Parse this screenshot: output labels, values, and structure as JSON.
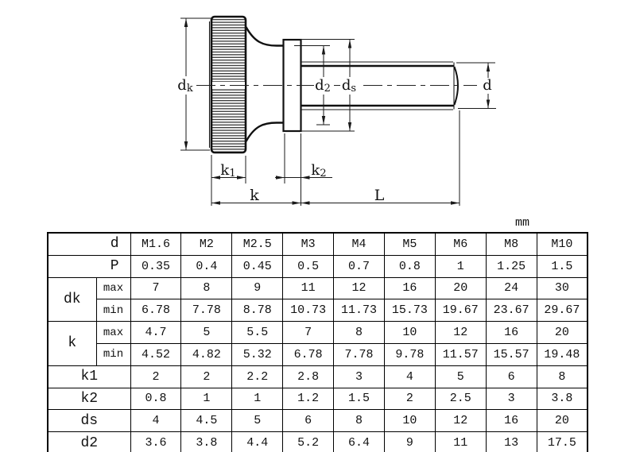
{
  "drawing": {
    "labels": {
      "dk": {
        "base": "d",
        "sub": "k"
      },
      "d2": {
        "base": "d",
        "sub": "2"
      },
      "ds": {
        "base": "d",
        "sub": "s"
      },
      "d": {
        "base": "d"
      },
      "k1": {
        "base": "k",
        "sub": "1"
      },
      "k2": {
        "base": "k",
        "sub": "2"
      },
      "k": {
        "base": "k"
      },
      "L": {
        "base": "L"
      }
    }
  },
  "table": {
    "unit_label": "mm",
    "rows": [
      {
        "label": "d",
        "values": [
          "M1.6",
          "M2",
          "M2.5",
          "M3",
          "M4",
          "M5",
          "M6",
          "M8",
          "M10"
        ]
      },
      {
        "label": "P",
        "values": [
          "0.35",
          "0.4",
          "0.45",
          "0.5",
          "0.7",
          "0.8",
          "1",
          "1.25",
          "1.5"
        ]
      },
      {
        "label": "dk",
        "sub": "max",
        "values": [
          "7",
          "8",
          "9",
          "11",
          "12",
          "16",
          "20",
          "24",
          "30"
        ]
      },
      {
        "sub": "min",
        "values": [
          "6.78",
          "7.78",
          "8.78",
          "10.73",
          "11.73",
          "15.73",
          "19.67",
          "23.67",
          "29.67"
        ]
      },
      {
        "label": "k",
        "sub": "max",
        "values": [
          "4.7",
          "5",
          "5.5",
          "7",
          "8",
          "10",
          "12",
          "16",
          "20"
        ]
      },
      {
        "sub": "min",
        "values": [
          "4.52",
          "4.82",
          "5.32",
          "6.78",
          "7.78",
          "9.78",
          "11.57",
          "15.57",
          "19.48"
        ]
      },
      {
        "label": "k1",
        "values": [
          "2",
          "2",
          "2.2",
          "2.8",
          "3",
          "4",
          "5",
          "6",
          "8"
        ]
      },
      {
        "label": "k2",
        "values": [
          "0.8",
          "1",
          "1",
          "1.2",
          "1.5",
          "2",
          "2.5",
          "3",
          "3.8"
        ]
      },
      {
        "label": "ds",
        "values": [
          "4",
          "4.5",
          "5",
          "6",
          "8",
          "10",
          "12",
          "16",
          "20"
        ]
      },
      {
        "label": "d2",
        "values": [
          "3.6",
          "3.8",
          "4.4",
          "5.2",
          "6.4",
          "9",
          "11",
          "13",
          "17.5"
        ]
      }
    ]
  }
}
